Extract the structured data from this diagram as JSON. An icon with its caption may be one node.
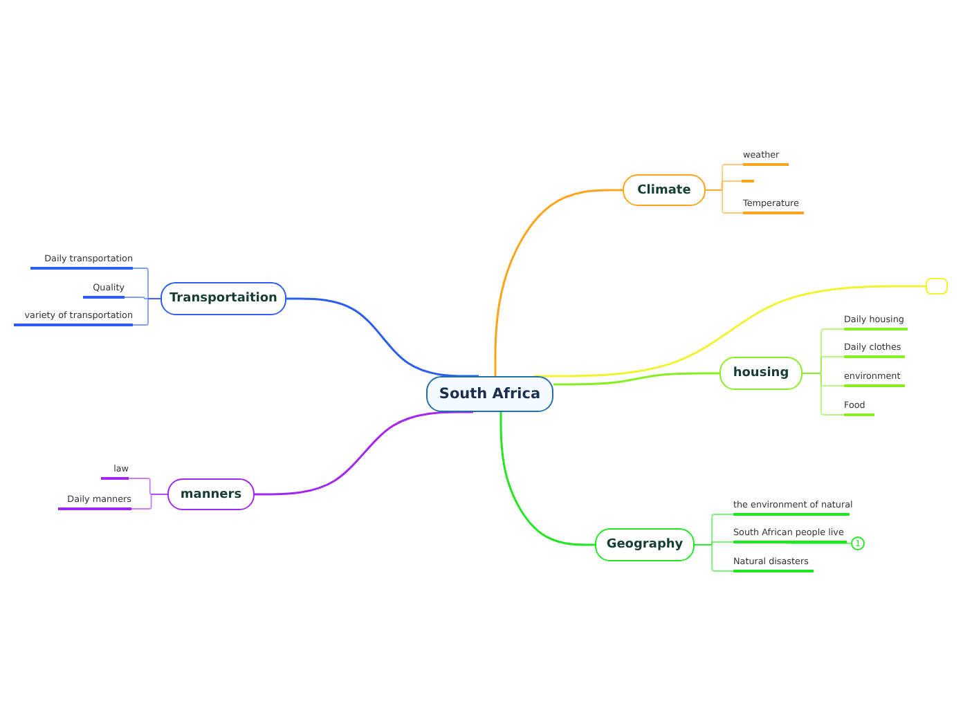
{
  "diagram": {
    "nodes": [
      {
        "text": [
          "South Africa"
        ]
      },
      {
        "text": [
          "Climate"
        ]
      },
      {
        "text": [
          "weather"
        ]
      },
      {
        "text": [],
        "shape": "bar"
      },
      {
        "text": [
          "Temperature"
        ]
      },
      {
        "text": [],
        "shape": "box"
      },
      {
        "text": [
          "housing"
        ]
      },
      {
        "text": [
          "Daily housing"
        ]
      },
      {
        "text": [
          "Daily clothes"
        ]
      },
      {
        "text": [
          "environment"
        ]
      },
      {
        "text": [
          "Food"
        ]
      },
      {
        "text": [
          "Geography"
        ]
      },
      {
        "text": [
          "the environment of natural"
        ]
      },
      {
        "text": [
          "South African people live"
        ]
      },
      {
        "text": [
          "1"
        ]
      },
      {
        "text": [
          "Natural disasters"
        ]
      },
      {
        "text": [
          "Transportaition"
        ]
      },
      {
        "text": [
          "Daily transportation"
        ]
      },
      {
        "text": [
          "Quality"
        ]
      },
      {
        "text": [
          "variety of transportation"
        ]
      },
      {
        "text": [
          "manners"
        ]
      },
      {
        "text": [
          "law"
        ]
      },
      {
        "text": [
          "Daily manners"
        ]
      }
    ],
    "edges": [
      {
        "from": 0,
        "to": 1,
        "arrow": "none",
        "color": "#ffa31a"
      },
      {
        "from": 0,
        "to": 5,
        "arrow": "none",
        "color": "#f2f230"
      },
      {
        "from": 0,
        "to": 6,
        "arrow": "none",
        "color": "#88ee22"
      },
      {
        "from": 0,
        "to": 11,
        "arrow": "none",
        "color": "#22e622"
      },
      {
        "from": 0,
        "to": 16,
        "arrow": "none",
        "color": "#2b5df0"
      },
      {
        "from": 0,
        "to": 20,
        "arrow": "none",
        "color": "#a326ee"
      },
      {
        "from": 1,
        "to": 2,
        "arrow": "none",
        "color": "#ffa31a"
      },
      {
        "from": 1,
        "to": 3,
        "arrow": "none",
        "color": "#ffa31a"
      },
      {
        "from": 1,
        "to": 4,
        "arrow": "none",
        "color": "#ffa31a"
      },
      {
        "from": 6,
        "to": 7,
        "arrow": "none",
        "color": "#88ee22"
      },
      {
        "from": 6,
        "to": 8,
        "arrow": "none",
        "color": "#88ee22"
      },
      {
        "from": 6,
        "to": 9,
        "arrow": "none",
        "color": "#88ee22"
      },
      {
        "from": 6,
        "to": 10,
        "arrow": "none",
        "color": "#88ee22"
      },
      {
        "from": 11,
        "to": 12,
        "arrow": "none",
        "color": "#22e622"
      },
      {
        "from": 11,
        "to": 13,
        "arrow": "none",
        "color": "#22e622"
      },
      {
        "from": 11,
        "to": 15,
        "arrow": "none",
        "color": "#22e622"
      },
      {
        "from": 13,
        "to": 14,
        "arrow": "none",
        "color": "#22e622"
      },
      {
        "from": 16,
        "to": 17,
        "arrow": "none",
        "color": "#2b5df0"
      },
      {
        "from": 16,
        "to": 18,
        "arrow": "none",
        "color": "#2b5df0"
      },
      {
        "from": 16,
        "to": 19,
        "arrow": "none",
        "color": "#2b5df0"
      },
      {
        "from": 20,
        "to": 21,
        "arrow": "none",
        "color": "#a326ee"
      },
      {
        "from": 20,
        "to": 22,
        "arrow": "none",
        "color": "#a326ee"
      }
    ]
  }
}
